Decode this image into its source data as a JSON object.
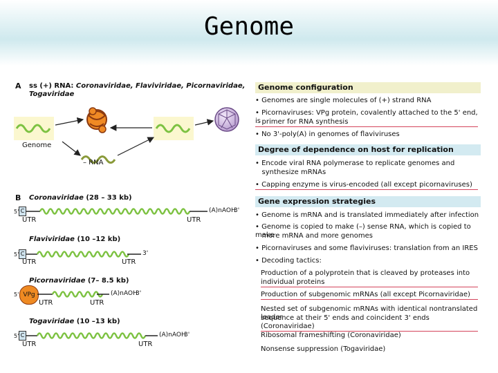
{
  "slide": {
    "title": "Genome"
  },
  "sectionA": {
    "letter": "A",
    "heading_plain": "ss (+) RNA: ",
    "heading_families": "Coronaviridae, Flaviviridae, Picornaviridae,",
    "heading_line2": "Togaviridae",
    "genome_label": "Genome",
    "minus_rna_label": "– RNA"
  },
  "sectionB": {
    "letter": "B",
    "genomes": [
      {
        "family": "Coronaviridae",
        "size": "(28 – 33 kb)",
        "five": "5'",
        "cap": "C",
        "utr_left": "UTR",
        "utr_right": "UTR",
        "tail": "(A)nAOH",
        "three": "3'"
      },
      {
        "family": "Flaviviridae",
        "size": "(10 –12 kb)",
        "five": "5'",
        "cap": "C",
        "utr_left": "UTR",
        "utr_right": "UTR",
        "tail": "",
        "three": "3'"
      },
      {
        "family": "Picornaviridae",
        "size": "(7– 8.5 kb)",
        "five": "5'",
        "cap": "VPg",
        "utr_left": "UTR",
        "utr_right": "UTR",
        "tail": "(A)nAOH",
        "three": "3'"
      },
      {
        "family": "Togaviridae",
        "size": "(10 –13 kb)",
        "five": "5'",
        "cap": "C",
        "utr_left": "UTR",
        "utr_right": "UTR",
        "tail": "(A)nAOH",
        "three": "3'"
      }
    ]
  },
  "panel": {
    "genome_configuration": {
      "heading": "Genome configuration",
      "items": [
        "• Genomes are single molecules of (+) strand RNA",
        "• Picornaviruses: VPg protein, covalently attached to the 5' end, is",
        "   primer for RNA synthesis",
        "• No 3'-poly(A) in genomes of flaviviruses"
      ]
    },
    "host_dependence": {
      "heading": "Degree of dependence on host for replication",
      "items": [
        "• Encode viral RNA polymerase to replicate genomes and",
        "   synthesize mRNAs",
        "• Capping enzyme is virus-encoded (all except picornaviruses)"
      ]
    },
    "gene_expression": {
      "heading": "Gene expression strategies",
      "items": [
        "• Genome is mRNA and is translated immediately after infection",
        "• Genome is copied to make (–) sense RNA, which is copied to make",
        "   more mRNA and more genomes",
        "• Picornaviruses and some flaviviruses: translation from an IRES",
        "• Decoding tactics:",
        "Production of a polyprotein that is cleaved by proteases into",
        "individual proteins",
        "Production of subgenomic mRNAs (all except Picornaviridae)",
        "Nested set of subgenomic mRNAs with identical nontranslated leader",
        "sequence at their 5' ends and coincident 3' ends (Coronaviridae)",
        "Ribosomal frameshifting (Coronaviridae)",
        "Nonsense suppression (Togaviridae)"
      ]
    }
  },
  "colors": {
    "rna_green": "#7dc242",
    "minus_rna": "#8a9a3a",
    "panel_yellow": "#f1f0cc",
    "panel_blue": "#d3eaf1",
    "underline_red": "#d3435a",
    "vpg_orange": "#ef8a22",
    "cap_blue": "#cfe3ee"
  }
}
